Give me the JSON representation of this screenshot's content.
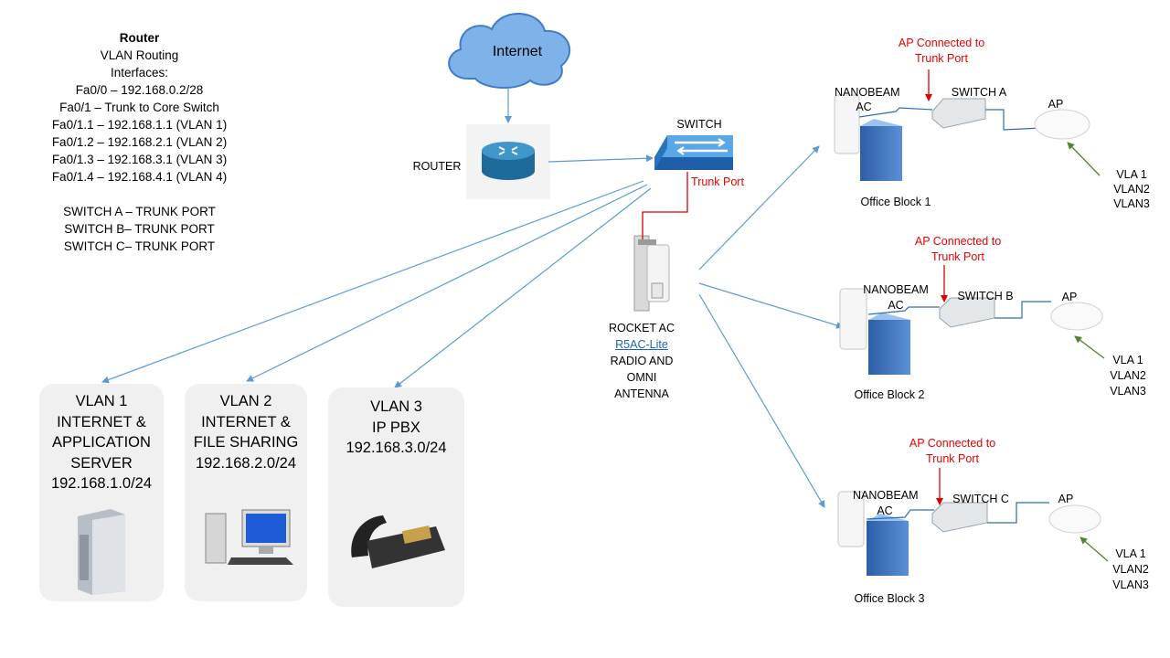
{
  "router_notes": {
    "title": "Router",
    "lines": [
      "VLAN Routing",
      "Interfaces:",
      "Fa0/0 – 192.168.0.2/28",
      "Fa0/1 – Trunk to Core Switch",
      "Fa0/1.1 – 192.168.1.1 (VLAN 1)",
      "Fa0/1.2 – 192.168.2.1 (VLAN 2)",
      "Fa0/1.3 – 192.168.3.1 (VLAN 3)",
      "Fa0/1.4 – 192.168.4.1 (VLAN 4)"
    ],
    "trunks": [
      "SWITCH A – TRUNK PORT",
      "SWITCH B– TRUNK PORT",
      "SWITCH C– TRUNK PORT"
    ]
  },
  "internet_label": "Internet",
  "router_label": "ROUTER",
  "switch_label": "SWITCH",
  "trunk_port_label": "Trunk Port",
  "rocket": {
    "line1": "ROCKET AC",
    "link": "R5AC-Lite",
    "line3": "RADIO AND",
    "line4": "OMNI",
    "line5": "ANTENNA"
  },
  "vlan_boxes": [
    {
      "lines": [
        "VLAN 1",
        "INTERNET &",
        "APPLICATION",
        "SERVER",
        "192.168.1.0/24"
      ]
    },
    {
      "lines": [
        "VLAN 2",
        "INTERNET &",
        "FILE SHARING",
        "192.168.2.0/24"
      ]
    },
    {
      "lines": [
        "VLAN 3",
        "IP PBX",
        "192.168.3.0/24"
      ]
    }
  ],
  "offices": [
    {
      "ap_note": [
        "AP Connected to",
        "Trunk Port"
      ],
      "nanobeam": [
        "NANOBEAM",
        "AC"
      ],
      "switch": "SWITCH A",
      "ap": "AP",
      "block": "Office Block 1",
      "vlans": [
        "VLA 1",
        "VLAN2",
        "VLAN3"
      ]
    },
    {
      "ap_note": [
        "AP Connected to",
        "Trunk Port"
      ],
      "nanobeam": [
        "NANOBEAM",
        "AC"
      ],
      "switch": "SWITCH B",
      "ap": "AP",
      "block": "Office Block 2",
      "vlans": [
        "VLA 1",
        "VLAN2",
        "VLAN3"
      ]
    },
    {
      "ap_note": [
        "AP Connected to",
        "Trunk Port"
      ],
      "nanobeam": [
        "NANOBEAM",
        "AC"
      ],
      "switch": "SWITCH C",
      "ap": "AP",
      "block": "Office Block 3",
      "vlans": [
        "VLA 1",
        "VLAN2",
        "VLAN3"
      ]
    }
  ],
  "colors": {
    "link_line": "#5b9bd5",
    "trunk_line": "#e00000",
    "ap_arrow": "#548235",
    "box_bg": "#f0f0f0"
  }
}
